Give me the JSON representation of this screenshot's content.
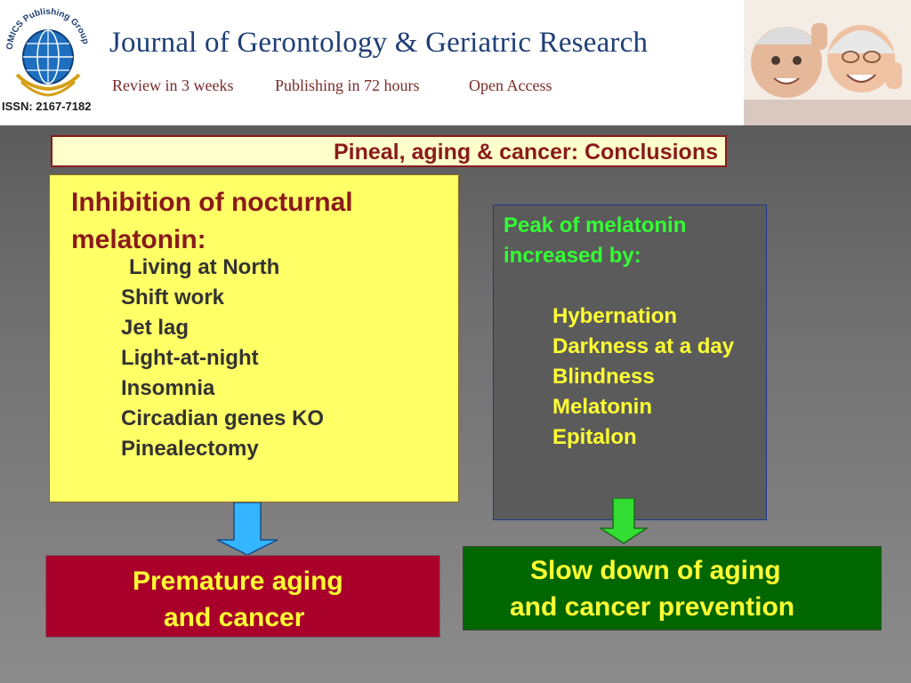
{
  "header": {
    "journal_title": "Journal of Gerontology & Geriatric Research",
    "issn": "ISSN: 2167-7182",
    "publisher_logo_text": "OMICS Publishing Group",
    "taglines": [
      "Review in 3 weeks",
      "Publishing in 72 hours",
      "Open Access"
    ]
  },
  "slide": {
    "title": "Pineal, aging & cancer: Conclusions",
    "left_box": {
      "heading": "Inhibition of nocturnal melatonin:",
      "items": [
        "Living at North",
        "Shift work",
        "Jet lag",
        "Light-at-night",
        "Insomnia",
        "Circadian genes KO",
        "Pinealectomy"
      ]
    },
    "right_box": {
      "heading": "Peak of melatonin increased by:",
      "items": [
        "Hybernation",
        "Darkness at a day",
        "Blindness",
        "Melatonin",
        "Epitalon"
      ]
    },
    "left_result": {
      "line1": "Premature aging",
      "line2": "and cancer"
    },
    "right_result": {
      "line1": "Slow down of aging",
      "line2": "and cancer prevention"
    }
  },
  "colors": {
    "left_box_bg": "#ffff66",
    "right_box_bg": "#5b5b5b",
    "left_result_bg": "#a8002a",
    "right_result_bg": "#006600",
    "left_arrow": "#33b5ff",
    "right_arrow": "#33dd33"
  }
}
